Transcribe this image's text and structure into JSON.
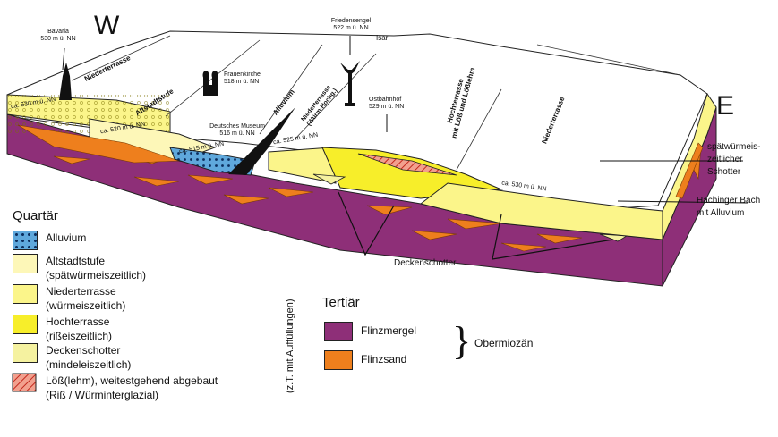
{
  "compass": {
    "west": "W",
    "east": "E"
  },
  "landmarks": {
    "bavaria": {
      "name": "Bavaria",
      "elev": "530 m ü. NN"
    },
    "friedensengel": {
      "name": "Friedensengel",
      "elev": "522 m ü. NN"
    },
    "frauenkirche": {
      "name": "Frauenkirche",
      "elev": "518 m ü. NN"
    },
    "deutsches_museum": {
      "name": "Deutsches Museum",
      "elev": "516 m ü. NN"
    },
    "ostbahnhof": {
      "name": "Ostbahnhof",
      "elev": "529 m ü. NN"
    }
  },
  "river": "Isar",
  "surface_labels": {
    "niederterrasse_west": "Niederterrasse",
    "altstadtstufe": "Altstadtstufe",
    "alluvium": "Alluvium",
    "niederterrasse_wuerm_1": "Niederterrasse",
    "niederterrasse_wuerm_2": "(Würm-Hochg.)",
    "hochterrasse_1": "Hochterrasse",
    "hochterrasse_2": "mit Löß und Lößlehm",
    "niederterrasse_east": "Niederterrasse"
  },
  "elevation_marks": [
    "ca. 530 m ü. NN",
    "ca. 520 m ü. NN",
    "ca. 515 m ü. NN",
    "ca. 525 m ü. NN",
    "ca. 530 m ü. NN"
  ],
  "callouts": {
    "spaetwuerm": [
      "spätwürmeis-",
      "zeitlicher",
      "Schotter"
    ],
    "hachinger": [
      "Hachinger Bach",
      "mit Alluvium"
    ],
    "deckenschotter": "Deckenschotter"
  },
  "legend": {
    "quartaer_title": "Quartär",
    "quartaer_items": [
      {
        "line1": "Alluvium",
        "line2": ""
      },
      {
        "line1": "Altstadtstufe",
        "line2": "(spätwürmeiszeitlich)"
      },
      {
        "line1": "Niederterrasse",
        "line2": "(würmeiszeitlich)"
      },
      {
        "line1": "Hochterrasse",
        "line2": "(rißeiszeitlich)"
      },
      {
        "line1": "Deckenschotter",
        "line2": "(mindeleiszeitlich)"
      },
      {
        "line1": "Löß(lehm), weitestgehend abgebaut",
        "line2": "(Riß / Würminterglazial)"
      }
    ],
    "vertical_note": "(z.T. mit Auffüllungen)",
    "tertiaer_title": "Tertiär",
    "tertiaer_items": [
      {
        "label": "Flinzmergel"
      },
      {
        "label": "Flinzsand"
      }
    ],
    "brace_label": "Obermiozän"
  },
  "colors": {
    "flinzmergel": "#8e2f78",
    "flinzsand": "#ee7f1d",
    "hochterrasse": "#f7ee2a",
    "niederterrasse": "#fbf58a",
    "altstadtstufe": "#fdf7b8",
    "deckenschotter": "#f5f2a0",
    "alluvium": "#5fa8dc",
    "loess": "#e0604c"
  }
}
